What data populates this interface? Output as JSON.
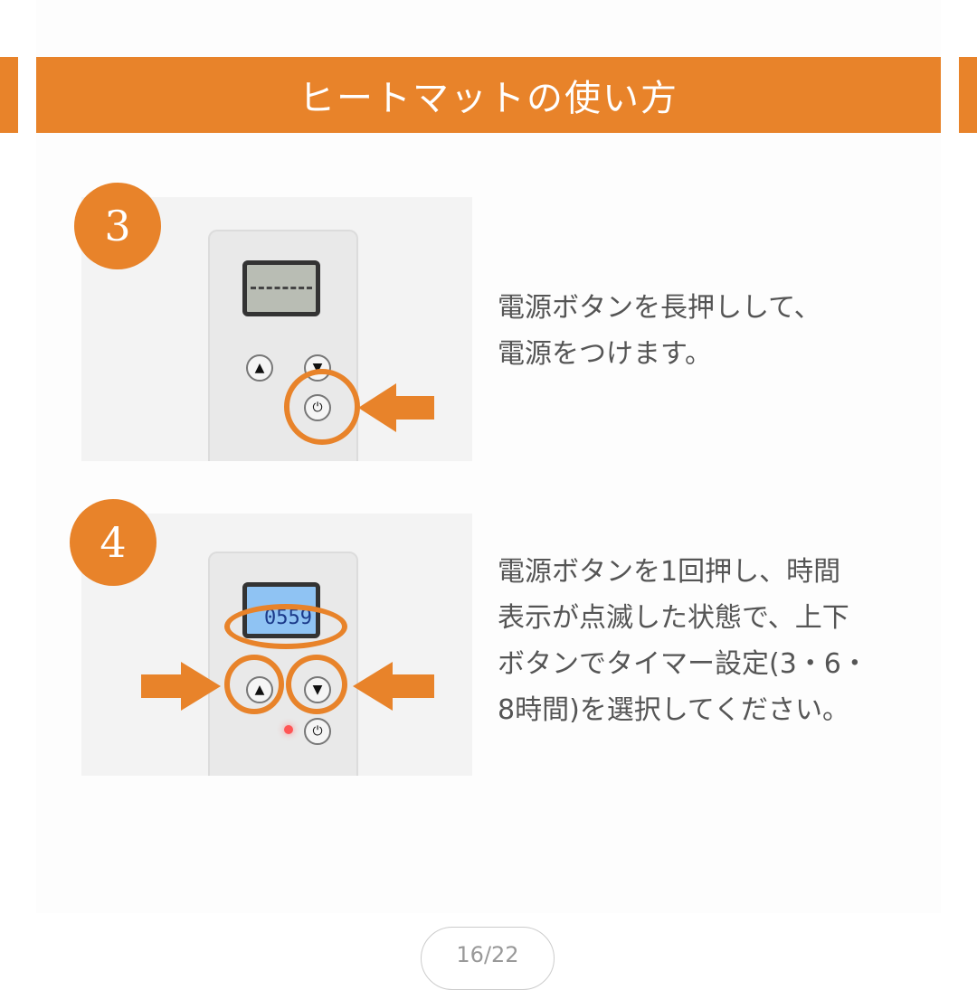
{
  "header": {
    "title": "ヒートマットの使い方"
  },
  "steps": [
    {
      "number": "3",
      "text": "電源ボタンを長押しして、\n電源をつけます。"
    },
    {
      "number": "4",
      "text": "電源ボタンを1回押し、時間\n表示が点滅した状態で、上下\nボタンでタイマー設定(3・6・\n8時間)を選択してください。",
      "display": "0559"
    }
  ],
  "pager": {
    "label": "16/22"
  },
  "colors": {
    "accent": "#E8832A"
  },
  "icons": {
    "up": "▲",
    "down": "▼",
    "power": "⏻"
  }
}
